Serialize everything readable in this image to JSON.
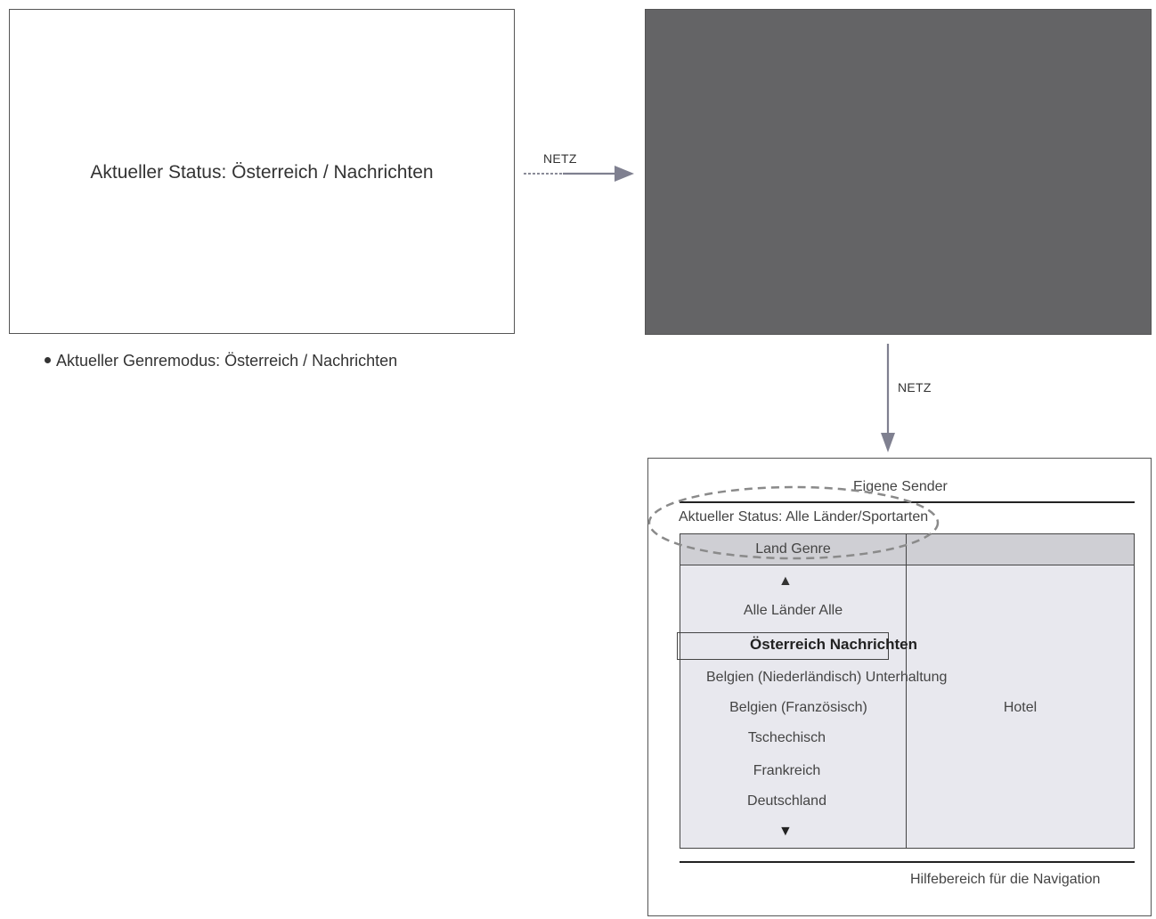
{
  "left_screen": {
    "status_text": "Aktueller Status: Österreich / Nachrichten",
    "caption": "Aktueller Genremodus: Österreich / Nachrichten"
  },
  "arrows": {
    "horizontal_label": "NETZ",
    "vertical_label": "NETZ"
  },
  "menu_screen": {
    "title": "Eigene Sender",
    "status": "Aktueller Status: Alle Länder/Sportarten",
    "header_left": "Land Genre",
    "arrow_up": "▲",
    "arrow_down": "▼",
    "items": [
      "Alle Länder Alle",
      "Österreich Nachrichten",
      "Belgien (Niederländisch) Unterhaltung",
      "Belgien (Französisch)",
      "Tschechisch",
      "Frankreich",
      "Deutschland"
    ],
    "right_item": "Hotel",
    "help": "Hilfebereich für die Navigation"
  },
  "colors": {
    "dark_screen": "#646466",
    "grid_body": "#e8e8ee",
    "grid_header": "#cfcfd4",
    "arrow": "#7f8090"
  }
}
